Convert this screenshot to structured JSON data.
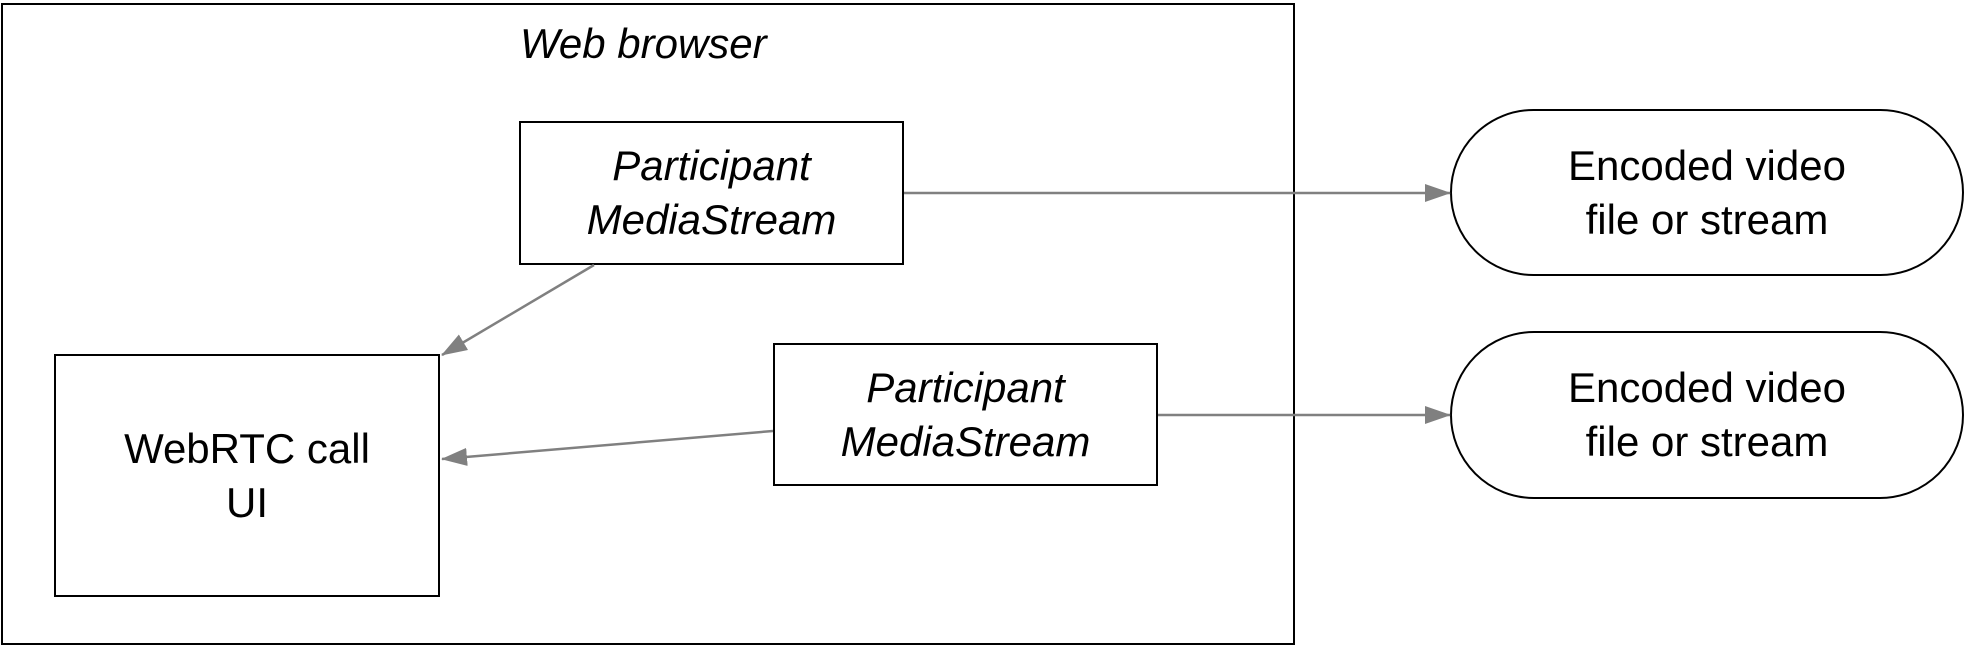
{
  "container": {
    "title": "Web browser"
  },
  "nodes": {
    "participant_top": {
      "line1": "Participant",
      "line2": "MediaStream"
    },
    "participant_bottom": {
      "line1": "Participant",
      "line2": "MediaStream"
    },
    "webrtc_ui": {
      "line1": "WebRTC call",
      "line2": "UI"
    },
    "output_top": {
      "line1": "Encoded video",
      "line2": "file or stream"
    },
    "output_bottom": {
      "line1": "Encoded video",
      "line2": "file or stream"
    }
  },
  "colors": {
    "border": "#000000",
    "arrow": "#808080",
    "background": "#ffffff"
  }
}
